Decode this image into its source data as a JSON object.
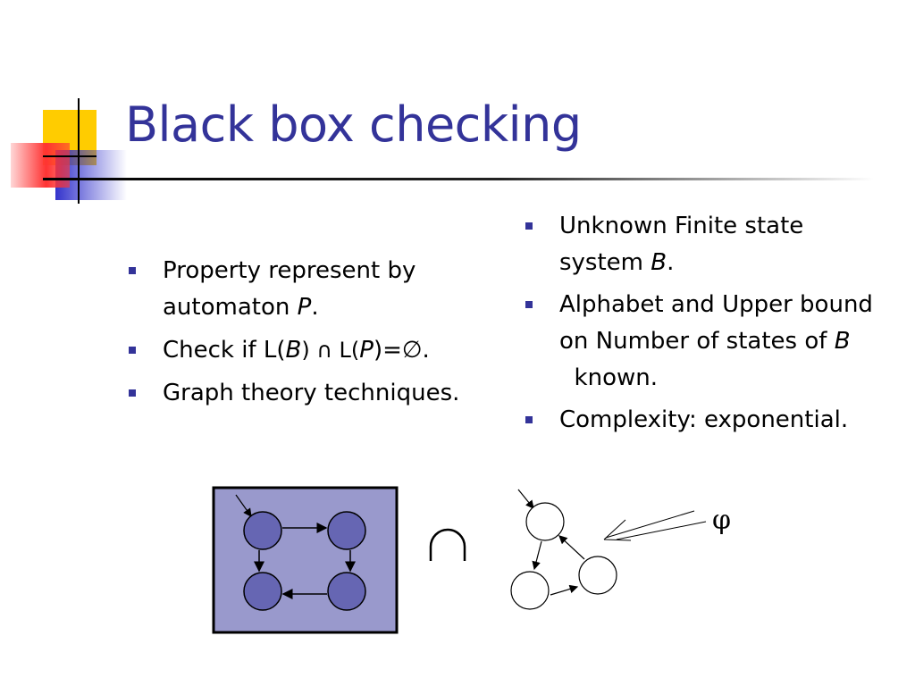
{
  "slide": {
    "title": "Black box checking"
  },
  "left_bullets": [
    {
      "pre": "Property represent by automaton ",
      "var": "P",
      "post": "."
    },
    {
      "pre": "Check if L(",
      "var1": "B",
      "mid": ") ∩ L(",
      "var2": "P",
      "post": ")=∅."
    },
    {
      "text": "Graph theory techniques."
    }
  ],
  "right_bullets": [
    {
      "pre": "Unknown Finite state system ",
      "var": "B",
      "post": "."
    },
    {
      "pre": "Alphabet and Upper bound on Number of states of ",
      "var": "B",
      "post": "  known."
    },
    {
      "text": "Complexity: exponential."
    }
  ],
  "diagram": {
    "intersection_symbol": "∩",
    "phi_symbol": "φ",
    "colors": {
      "title": "#333399",
      "bullet": "#333399",
      "box_fill": "#9999cc",
      "state_fill": "#6666b3",
      "logo_yellow": "#ffcc00",
      "logo_red": "#ff3333",
      "logo_blue": "#3333cc"
    }
  }
}
